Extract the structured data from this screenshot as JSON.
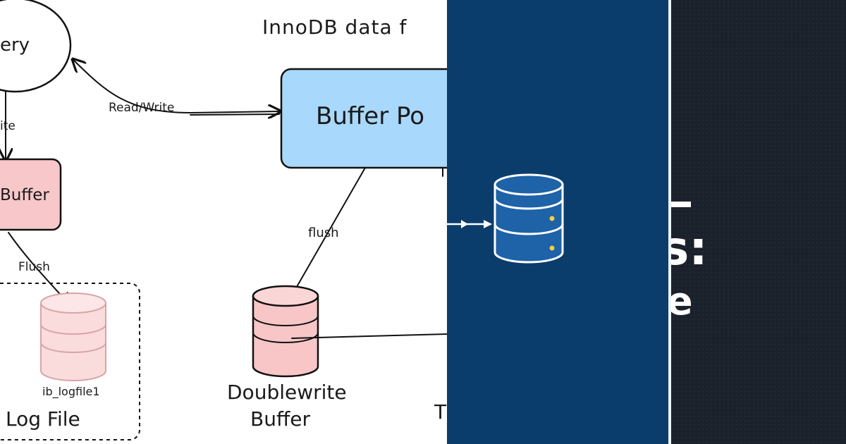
{
  "diagram": {
    "title": "InnoDB data f",
    "query_label": "ery",
    "buffer_pool_label": "Buffer Po",
    "left_buffer_label": "Buffer",
    "edge_read_write": "Read/Write",
    "edge_write": "ite",
    "edge_flush_lower": "flush",
    "edge_flush_upper": "Flush",
    "logfile_label": "ib_logfile1",
    "log_file_group": "Log File",
    "doublewrite_line1": "Doublewrite",
    "doublewrite_line2": "Buffer",
    "fragment_t": "T"
  },
  "dark_panel": {
    "line1": "s:",
    "line2": "e"
  },
  "colors": {
    "buffer_pool_fill": "#a8d8fb",
    "red_box_fill": "#f7c7c9",
    "cylinder_fill": "#f8c6c7",
    "logfile_fill": "#fbdcdd",
    "db_panel_bg": "#0b3d6c",
    "db_icon_fill": "#1e62a8",
    "dark_panel_bg": "#1b212b"
  },
  "icons": [
    "database-icon",
    "arrow-right-icon"
  ]
}
